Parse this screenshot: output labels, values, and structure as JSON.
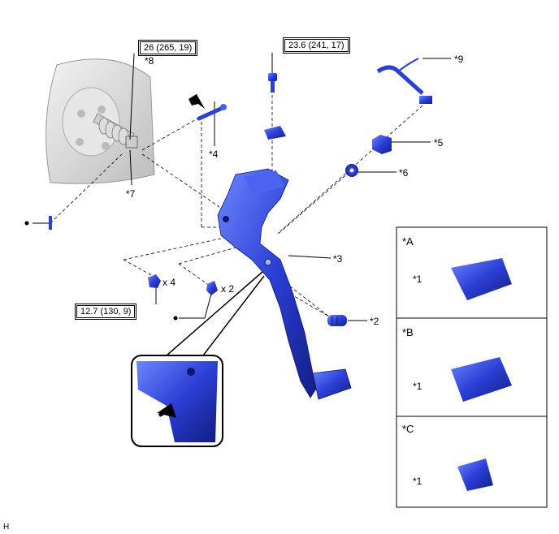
{
  "torques": {
    "t1": "26 (265, 19)",
    "t2": "23.6 (241, 17)",
    "t3": "12.7 (130, 9)"
  },
  "callouts": {
    "c1": "*1",
    "c2": "*2",
    "c3": "*3",
    "c4": "*4",
    "c5": "*5",
    "c6": "*6",
    "c7": "*7",
    "c8": "*8",
    "c9": "*9"
  },
  "quantities": {
    "q1": "x 4",
    "q2": "x 2"
  },
  "insets": {
    "a": "*A",
    "b": "*B",
    "c": "*C"
  },
  "corner_mark": "H",
  "colors": {
    "part_blue": "#2b3fd6",
    "part_blue_dark": "#15208f",
    "part_blue_light": "#5a73f0",
    "brake_gray": "#d9d9d9"
  }
}
